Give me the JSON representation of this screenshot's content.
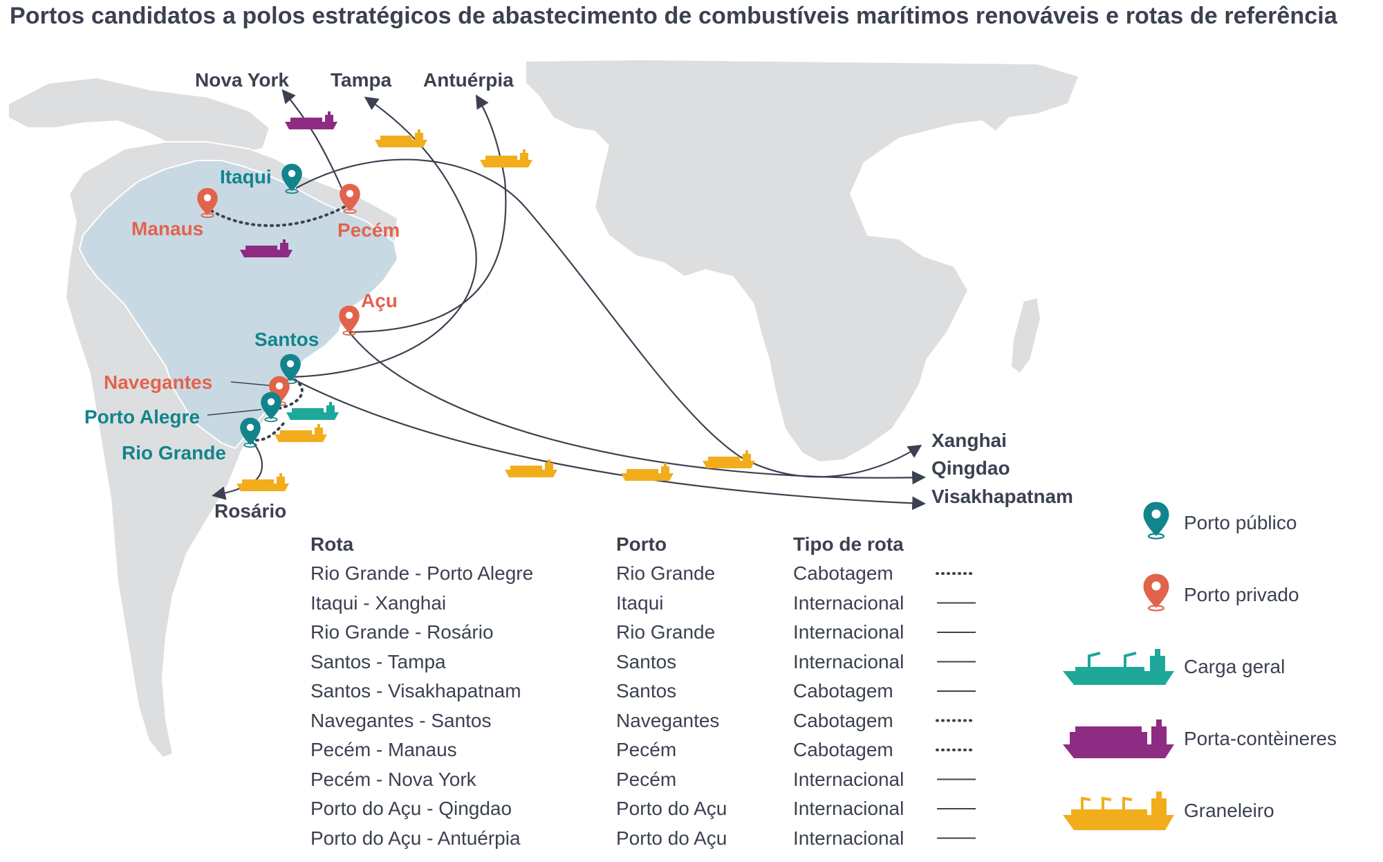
{
  "title": "Portos candidatos a polos estratégicos de abastecimento de combustíveis marítimos renováveis e rotas de referência",
  "colors": {
    "land": "#dddee0",
    "brazil": "#c9d9e3",
    "border": "#ffffff",
    "route": "#3b4150",
    "public_port": "#11848c",
    "private_port": "#e2634c",
    "general_cargo": "#1ea89a",
    "container": "#8e2b83",
    "bulk": "#f2ad1c"
  },
  "map": {
    "public_ports": [
      "Itaqui",
      "Santos",
      "Porto Alegre",
      "Rio Grande"
    ],
    "private_ports": [
      "Manaus",
      "Pecém",
      "Açu",
      "Navegantes"
    ],
    "destinations": [
      "Nova York",
      "Tampa",
      "Antuérpia",
      "Xanghai",
      "Qingdao",
      "Visakhapatnam",
      "Rosário"
    ]
  },
  "table": {
    "headers": [
      "Rota",
      "Porto",
      "Tipo de rota"
    ],
    "rows": [
      {
        "rota": "Rio Grande - Porto Alegre",
        "porto": "Rio Grande",
        "tipo": "Cabotagem",
        "line": "dotted"
      },
      {
        "rota": "Itaqui - Xanghai",
        "porto": "Itaqui",
        "tipo": "Internacional",
        "line": "solid"
      },
      {
        "rota": "Rio Grande - Rosário",
        "porto": "Rio Grande",
        "tipo": "Internacional",
        "line": "solid"
      },
      {
        "rota": "Santos - Tampa",
        "porto": "Santos",
        "tipo": "Internacional",
        "line": "solid"
      },
      {
        "rota": "Santos - Visakhapatnam",
        "porto": "Santos",
        "tipo": "Cabotagem",
        "line": "solid"
      },
      {
        "rota": "Navegantes - Santos",
        "porto": "Navegantes",
        "tipo": "Cabotagem",
        "line": "dotted"
      },
      {
        "rota": "Pecém - Manaus",
        "porto": "Pecém",
        "tipo": "Cabotagem",
        "line": "dotted"
      },
      {
        "rota": "Pecém - Nova York",
        "porto": "Pecém",
        "tipo": "Internacional",
        "line": "solid"
      },
      {
        "rota": "Porto do Açu - Qingdao",
        "porto": "Porto do Açu",
        "tipo": "Internacional",
        "line": "solid"
      },
      {
        "rota": "Porto do Açu - Antuérpia",
        "porto": "Porto do Açu",
        "tipo": "Internacional",
        "line": "solid"
      }
    ]
  },
  "legend": [
    {
      "label": "Porto público",
      "icon": "public-port-pin-icon"
    },
    {
      "label": "Porto privado",
      "icon": "private-port-pin-icon"
    },
    {
      "label": "Carga geral",
      "icon": "general-cargo-ship-icon"
    },
    {
      "label": "Porta-contèineres",
      "icon": "container-ship-icon"
    },
    {
      "label": "Graneleiro",
      "icon": "bulk-carrier-ship-icon"
    }
  ]
}
